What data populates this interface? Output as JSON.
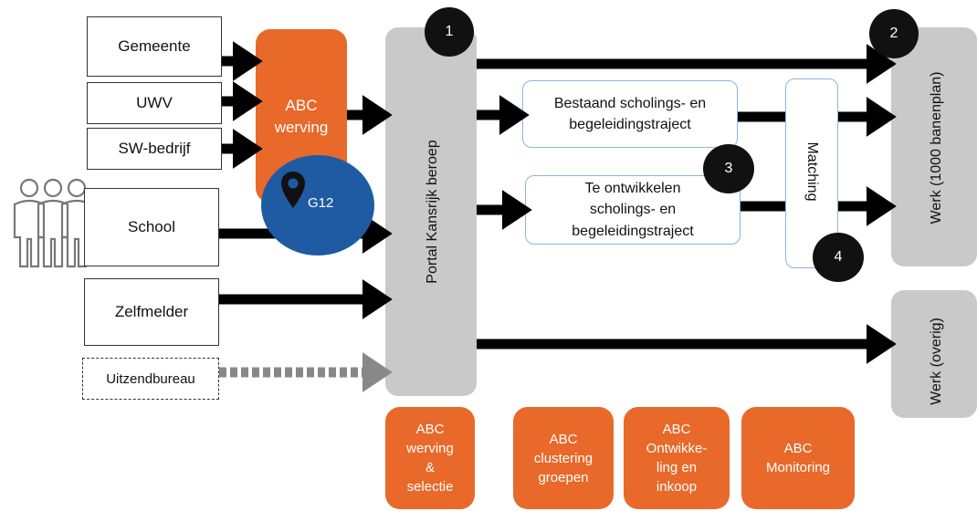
{
  "sources": {
    "gemeente": "Gemeente",
    "uwv": "UWV",
    "sw_bedrijf": "SW-bedrijf",
    "school": "School",
    "zelfmelder": "Zelfmelder",
    "uitzendbureau": "Uitzendbureau"
  },
  "abc_werving": "ABC\nwerving",
  "g12_label": "G12",
  "portal": "Portal Kansrijk beroep",
  "processes": {
    "bestaand": "Bestaand scholings- en\nbegeleidingstraject",
    "te_ontwikkelen": "Te ontwikkelen\nscholings- en\nbegeleidingstraject"
  },
  "matching": "Matching",
  "outcomes": {
    "werk_banenplan": "Werk (1000 banenplan)",
    "werk_overig": "Werk (overig)"
  },
  "badges": [
    "1",
    "2",
    "3",
    "4"
  ],
  "bottom_boxes": [
    "ABC\nwerving\n&\nselectie",
    "ABC\nclustering\ngroepen",
    "ABC\nOntwikke-\nling en\ninkoop",
    "ABC\nMonitoring"
  ],
  "colors": {
    "orange": "#e8692a",
    "blue_circle": "#1f5ba3",
    "grey": "#c9c9c9",
    "process_border": "#8eb3dd"
  },
  "icons": [
    "people-group-icon",
    "map-pin-icon"
  ]
}
